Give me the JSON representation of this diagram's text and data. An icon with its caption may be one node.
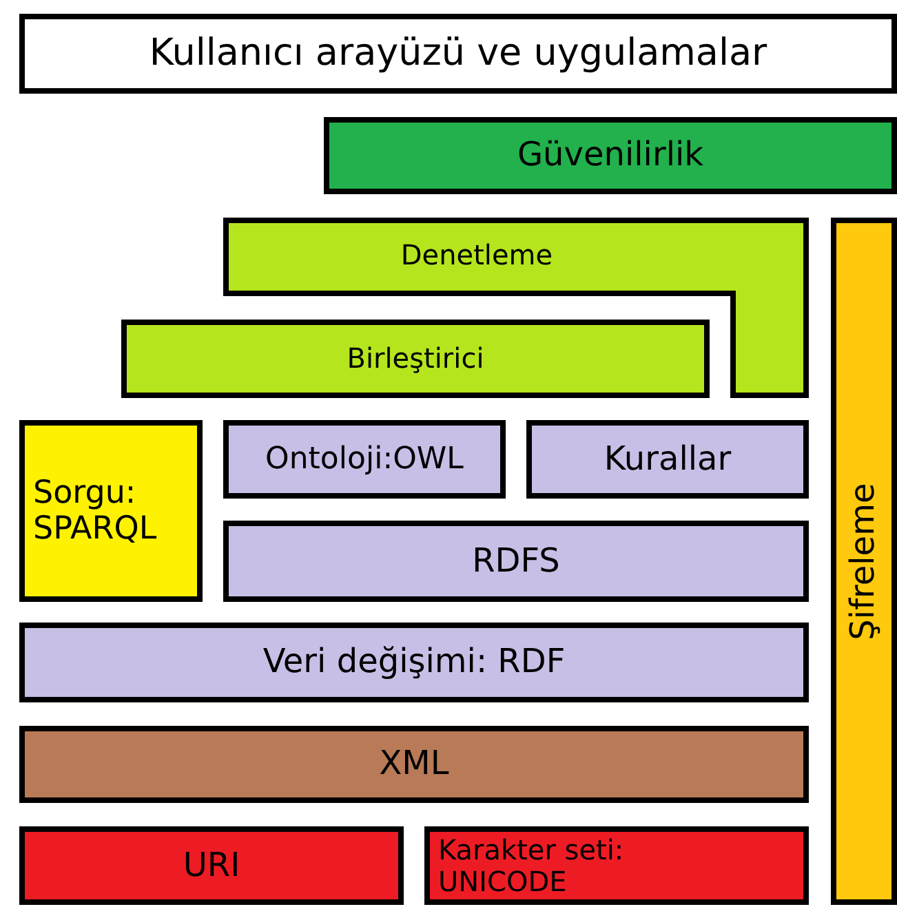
{
  "diagram": {
    "nodes": [
      {
        "text": [
          "Kullanıcı arayüzü ve uygulamalar"
        ]
      },
      {
        "text": [
          "Güvenilirlik"
        ]
      },
      {
        "text": [
          "Denetleme"
        ]
      },
      {
        "text": [
          "Birleştirici"
        ]
      },
      {
        "text": [
          "Şifreleme"
        ]
      },
      {
        "text": [
          "Sorgu: SPARQL"
        ]
      },
      {
        "text": [
          "Ontoloji:OWL"
        ]
      },
      {
        "text": [
          "Kurallar"
        ]
      },
      {
        "text": [
          "RDFS"
        ]
      },
      {
        "text": [
          "Veri değişimi: RDF"
        ]
      },
      {
        "text": [
          "XML"
        ]
      },
      {
        "text": [
          "URI"
        ]
      },
      {
        "text": [
          "Karakter seti: UNICODE"
        ]
      }
    ]
  }
}
